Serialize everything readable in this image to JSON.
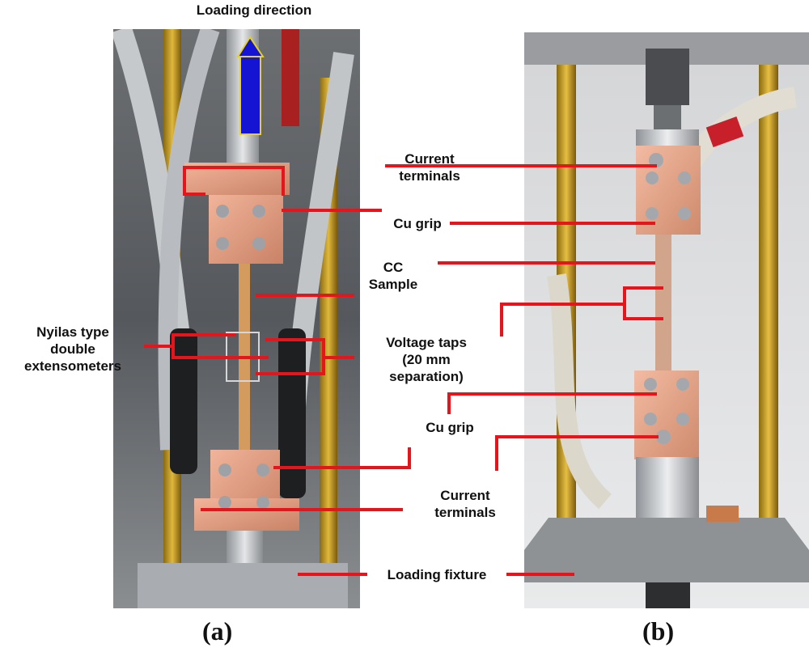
{
  "colors": {
    "leader": "#e8141c",
    "arrow": "#1414d2",
    "arrow_outline": "#e8d21e",
    "copper": "#d9957c",
    "kapton": "#c9a233",
    "steel": "#b9bcc0"
  },
  "labels": {
    "loading_direction": "Loading direction",
    "current_terminals_top": "Current\nterminals",
    "cu_grip_top": "Cu grip",
    "cc_sample": "CC\nSample",
    "nyilas": "Nyilas type\ndouble\nextensometers",
    "voltage_taps": "Voltage taps\n(20 mm\nseparation)",
    "cu_grip_bottom": "Cu grip",
    "current_terminals_bottom": "Current\nterminals",
    "loading_fixture": "Loading fixture"
  },
  "panels": {
    "a": "(a)",
    "b": "(b)"
  }
}
